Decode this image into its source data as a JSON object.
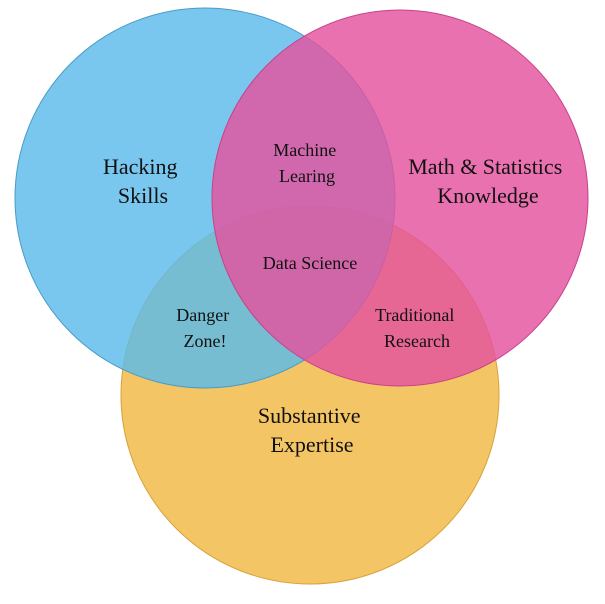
{
  "sets": {
    "hacking": {
      "lines": [
        "Hacking",
        "Skills"
      ],
      "fill": "#5bbbea",
      "stroke": "#4a9cc6"
    },
    "math": {
      "lines": [
        "Math & Statistics",
        "Knowledge"
      ],
      "fill": "#e4529f",
      "stroke": "#c6428a"
    },
    "substantive": {
      "lines": [
        "Substantive",
        "Expertise"
      ],
      "fill": "#f1b843",
      "stroke": "#d8a23a"
    }
  },
  "overlaps": {
    "machine_learning": {
      "lines": [
        "Machine",
        "Learing"
      ]
    },
    "data_science": {
      "lines": [
        "Data Science"
      ]
    },
    "danger_zone": {
      "lines": [
        "Danger",
        "Zone!"
      ]
    },
    "traditional_research": {
      "lines": [
        "Traditional",
        "Research"
      ]
    }
  }
}
